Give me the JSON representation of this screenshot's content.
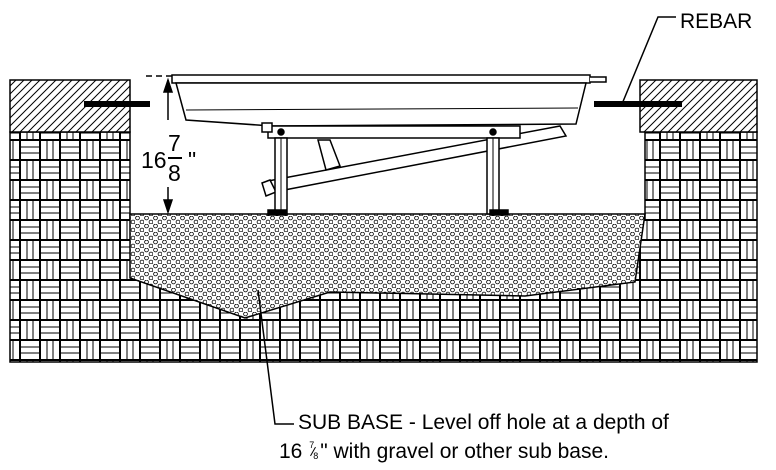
{
  "labels": {
    "rebar": "REBAR",
    "subbase_line1": "SUB BASE - Level off hole at a depth of",
    "subbase_line2_suffix": "\" with gravel or other sub base."
  },
  "dimension": {
    "whole": "16",
    "numerator": "7",
    "denominator": "8",
    "unit": "\""
  },
  "note_fraction": {
    "whole": "16 ",
    "numerator": "7",
    "denominator": "8"
  },
  "icons": [
    "rebar",
    "concrete-hatch",
    "brick-soil",
    "gravel-subbase",
    "stand-frame",
    "tub"
  ],
  "colors": {
    "line": "#000000",
    "background": "#ffffff"
  }
}
